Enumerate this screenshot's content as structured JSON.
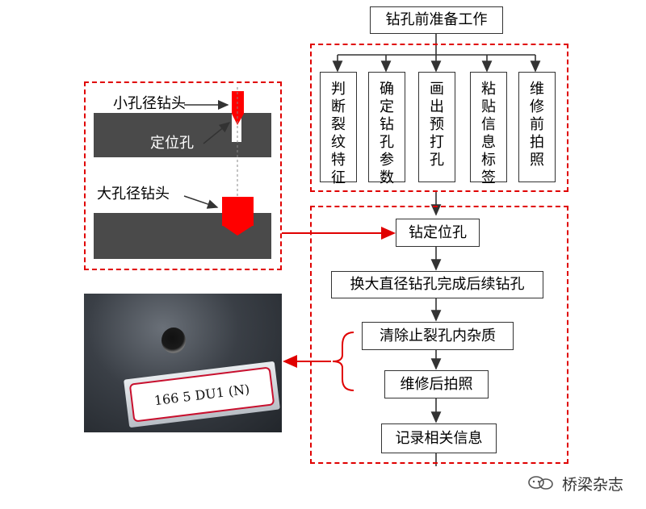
{
  "flow": {
    "prep_title": "钻孔前准备工作",
    "prep_steps": [
      "判断裂纹特征",
      "确定钻孔参数",
      "画出预打孔",
      "粘贴信息标签",
      "维修前拍照"
    ],
    "drill_positioning": "钻定位孔",
    "switch_large": "换大直径钻孔完成后续钻孔",
    "clean": "清除止裂孔内杂质",
    "post_photo": "维修后拍照",
    "record": "记录相关信息"
  },
  "illustration": {
    "small_bit_label": "小孔径钻头",
    "pilot_hole_label": "定位孔",
    "large_bit_label": "大孔径钻头"
  },
  "photo": {
    "tag_text": "166 5 DU1  (N)"
  },
  "watermark": {
    "text": "桥梁杂志"
  },
  "colors": {
    "accent_red": "#e00000",
    "steel": "#4a4a4a",
    "line": "#333333"
  }
}
